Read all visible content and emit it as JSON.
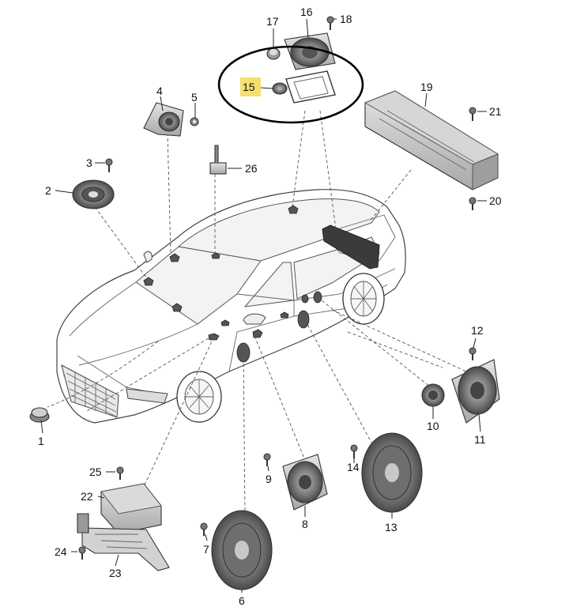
{
  "diagram": {
    "highlight_color": "#f5e06e",
    "callout_ellipse_color": "#000000",
    "highlighted_label": "15",
    "labels": {
      "l1": "1",
      "l2": "2",
      "l3": "3",
      "l4": "4",
      "l5": "5",
      "l6": "6",
      "l7": "7",
      "l8": "8",
      "l9": "9",
      "l10": "10",
      "l11": "11",
      "l12": "12",
      "l13": "13",
      "l14": "14",
      "l15": "15",
      "l16": "16",
      "l17": "17",
      "l18": "18",
      "l19": "19",
      "l20": "20",
      "l21": "21",
      "l22": "22",
      "l23": "23",
      "l24": "24",
      "l25": "25",
      "l26": "26"
    }
  }
}
